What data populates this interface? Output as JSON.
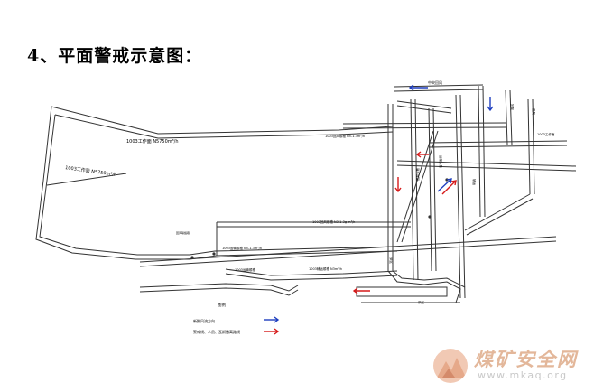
{
  "title": "4、平面警戒示意图：",
  "labels": {
    "face_main": "1003工作面 N5750m³/h",
    "face_west": "1003工作面 N5750m³/h",
    "return_top": "中央回风",
    "roadway_a": "1003回风顺槽 N5-1-3m³/h",
    "roadway_b": "1003回风顺槽 N3-1-3g m³/h",
    "roadway_c": "1003运输顺槽 N5-1-3m³/h",
    "roadway_d": "1003运输顺槽",
    "roadway_e": "1003辅运顺槽 N3m³/h",
    "right_a": "1003工作面",
    "small_left": "回风联络巷",
    "v1": "进风大巷",
    "v2": "回风",
    "v3": "进风",
    "v4": "运输大巷",
    "v5": "辅运",
    "v6": "采区",
    "legend_title": "图例",
    "legend_blue": "新鲜风流方向",
    "legend_red": "警戒线、人员、瓦斯撤离路线",
    "bottom_label": "采区"
  },
  "legend": {
    "blue_color": "#1f3fbf",
    "red_color": "#d61a1a"
  },
  "watermark": {
    "title": "煤矿安全网",
    "url": "www.mkaq.org"
  }
}
